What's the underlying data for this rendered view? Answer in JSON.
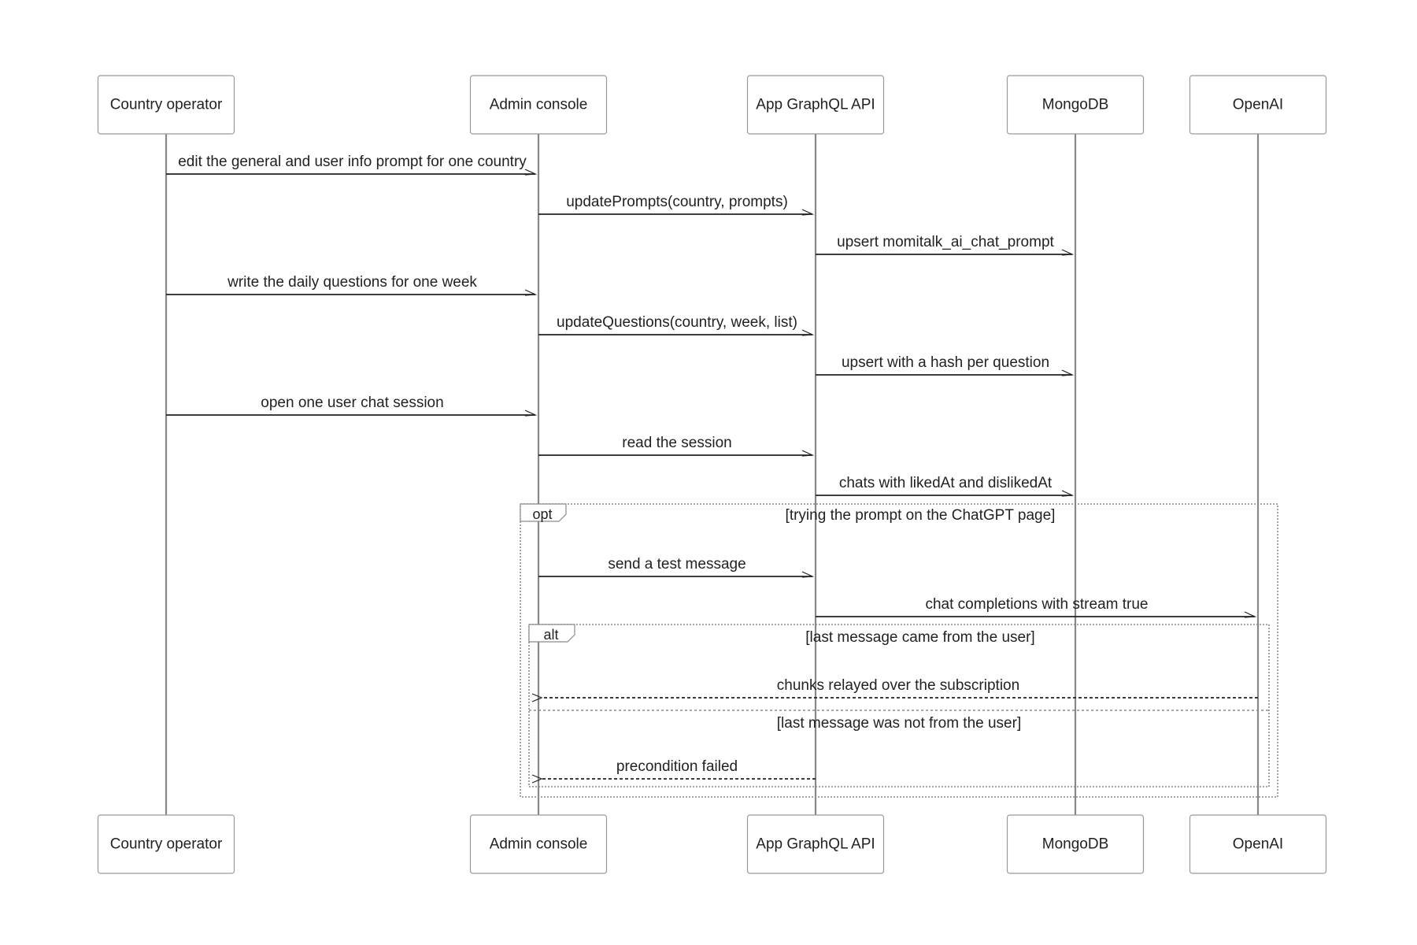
{
  "participants": [
    {
      "id": "operator",
      "name": "Country operator"
    },
    {
      "id": "admin",
      "name": "Admin console"
    },
    {
      "id": "api",
      "name": "App GraphQL API"
    },
    {
      "id": "mongo",
      "name": "MongoDB"
    },
    {
      "id": "openai",
      "name": "OpenAI"
    }
  ],
  "messages": [
    {
      "from": "operator",
      "to": "admin",
      "label": "edit the general and user info prompt for one country",
      "style": "solid"
    },
    {
      "from": "admin",
      "to": "api",
      "label": "updatePrompts(country, prompts)",
      "style": "solid"
    },
    {
      "from": "api",
      "to": "mongo",
      "label": "upsert momitalk_ai_chat_prompt",
      "style": "solid"
    },
    {
      "from": "operator",
      "to": "admin",
      "label": "write the daily questions for one week",
      "style": "solid"
    },
    {
      "from": "admin",
      "to": "api",
      "label": "updateQuestions(country, week, list)",
      "style": "solid"
    },
    {
      "from": "api",
      "to": "mongo",
      "label": "upsert with a hash per question",
      "style": "solid"
    },
    {
      "from": "operator",
      "to": "admin",
      "label": "open one user chat session",
      "style": "solid"
    },
    {
      "from": "admin",
      "to": "api",
      "label": "read the session",
      "style": "solid"
    },
    {
      "from": "api",
      "to": "mongo",
      "label": "chats with likedAt and dislikedAt",
      "style": "solid"
    },
    {
      "from": "admin",
      "to": "api",
      "label": "send a test message",
      "style": "solid"
    },
    {
      "from": "api",
      "to": "openai",
      "label": "chat completions with stream true",
      "style": "solid"
    },
    {
      "from": "openai",
      "to": "admin",
      "label": "chunks relayed over the subscription",
      "style": "dashed"
    },
    {
      "from": "api",
      "to": "admin",
      "label": "precondition failed",
      "style": "dashed"
    }
  ],
  "fragments": [
    {
      "kind": "opt",
      "guard": "[trying the prompt on the ChatGPT page]"
    },
    {
      "kind": "alt",
      "guard": "[last message came from the user]",
      "else_guard": "[last message was not from the user]"
    }
  ]
}
